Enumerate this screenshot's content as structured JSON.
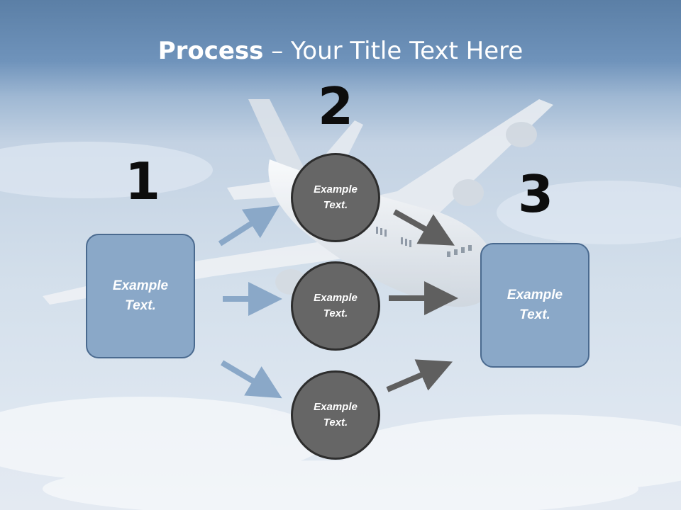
{
  "slide": {
    "title_bold": "Process",
    "title_rest": " – Your Title Text Here"
  },
  "steps": {
    "num1": "1",
    "num2": "2",
    "num3": "3"
  },
  "boxes": {
    "left": "Example\nText.",
    "right": "Example\nText."
  },
  "circles": [
    {
      "text": "Example\nText."
    },
    {
      "text": "Example\nText."
    },
    {
      "text": "Example\nText."
    }
  ],
  "colors": {
    "box_fill": "#8aa8c8",
    "circle_fill": "#666666",
    "arrow_blue": "#8aa8c8",
    "arrow_gray": "#5f5f5f"
  }
}
